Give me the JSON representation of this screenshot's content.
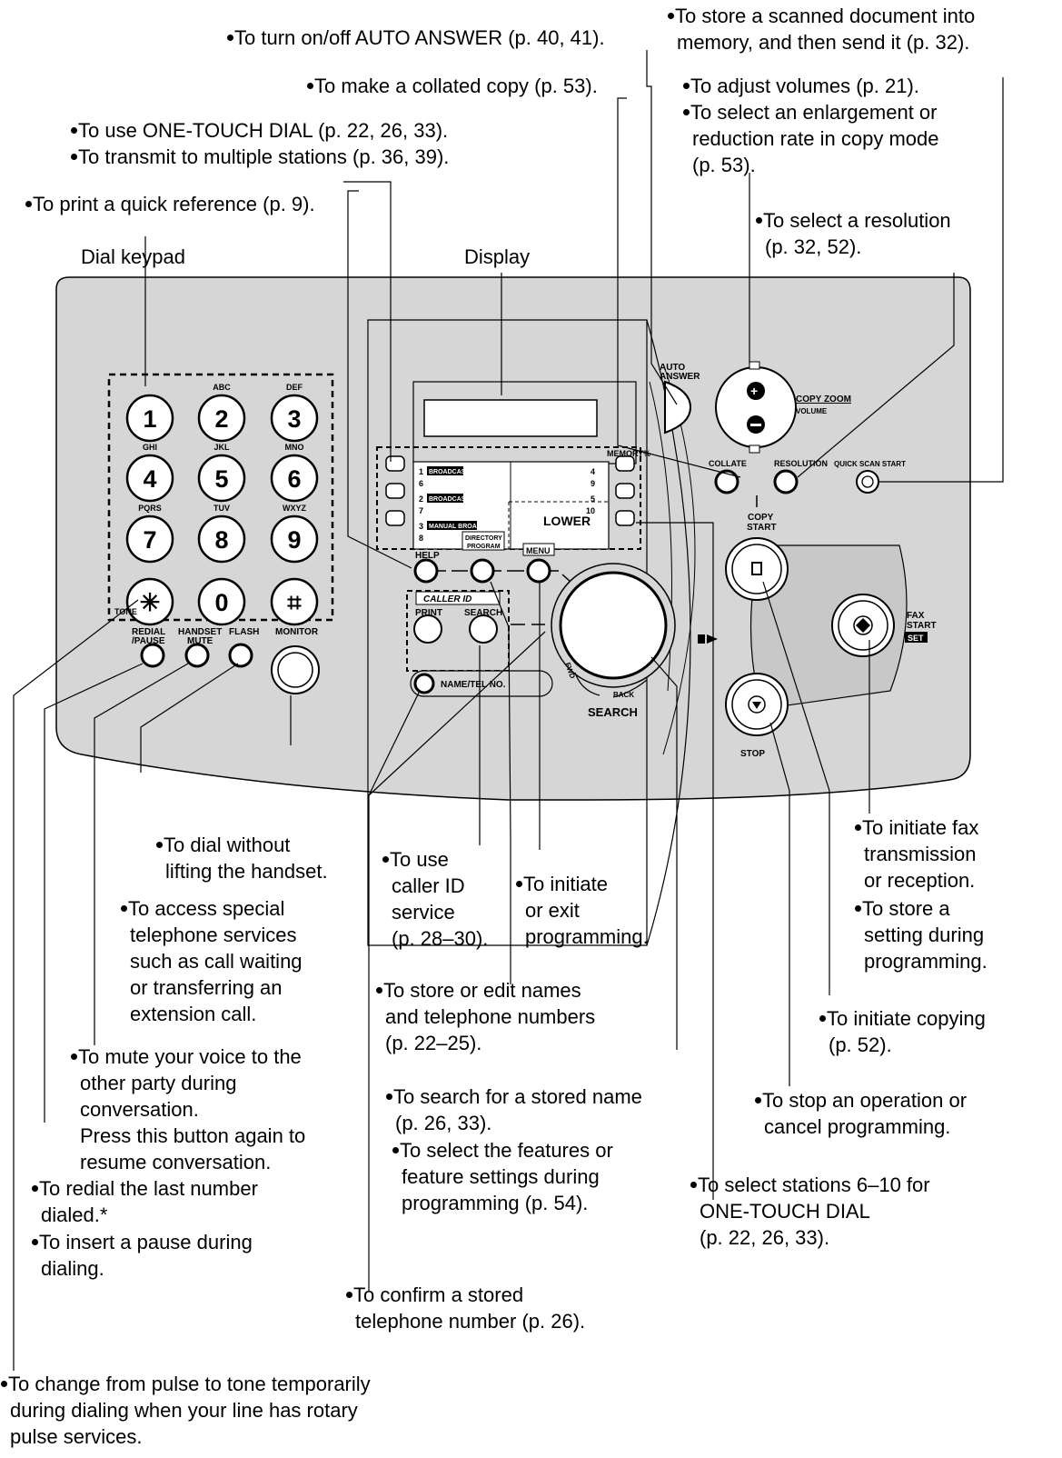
{
  "headers": {
    "dial_keypad": "Dial keypad",
    "display": "Display"
  },
  "annotations": {
    "auto_answer": [
      "To turn on/off AUTO ANSWER (p. 40, 41)."
    ],
    "quick_scan": [
      "To store a scanned document into",
      "memory, and then send it (p. 32)."
    ],
    "collate": [
      "To make a collated copy (p. 53)."
    ],
    "volume": [
      "To adjust volumes (p. 21)."
    ],
    "zoom": [
      "To select an enlargement or",
      "reduction rate in copy mode",
      "(p. 53)."
    ],
    "one_touch": [
      "To use ONE-TOUCH DIAL (p. 22, 26, 33)."
    ],
    "multi": [
      "To transmit to multiple stations (p. 36, 39)."
    ],
    "quick_ref": [
      "To print a quick reference (p. 9)."
    ],
    "resolution": [
      "To select a resolution",
      "(p. 32, 52)."
    ],
    "monitor": [
      "To dial without",
      "lifting the handset."
    ],
    "flash": [
      "To access special",
      "telephone services",
      "such as call waiting",
      "or transferring an",
      "extension call."
    ],
    "mute": [
      "To mute your voice to the",
      "other party during",
      "conversation.",
      "Press this button again to",
      "resume conversation."
    ],
    "redial": [
      "To redial the last number",
      "dialed.*"
    ],
    "pause": [
      "To insert a pause during",
      "dialing."
    ],
    "tone": [
      "To change from pulse to tone temporarily",
      "during dialing when your line has rotary",
      "pulse services."
    ],
    "caller_id": [
      "To use",
      "caller ID",
      "service",
      "(p. 28–30)."
    ],
    "menu": [
      "To initiate",
      "or exit",
      "programming."
    ],
    "directory": [
      "To store or edit names",
      "and telephone numbers",
      "(p. 22–25)."
    ],
    "search": [
      "To search for a stored name",
      "(p. 26, 33)."
    ],
    "features": [
      "To select the features or",
      "feature settings during",
      "programming (p. 54)."
    ],
    "confirm": [
      "To confirm a stored",
      "telephone number (p. 26)."
    ],
    "fax_start": [
      "To initiate fax",
      "transmission",
      "or reception."
    ],
    "set": [
      "To store a",
      "setting during",
      "programming."
    ],
    "copy": [
      "To initiate copying",
      "(p. 52)."
    ],
    "stop": [
      "To stop an operation or",
      "cancel programming."
    ],
    "lower": [
      "To select stations 6–10 for",
      "ONE-TOUCH DIAL",
      "(p. 22, 26, 33)."
    ]
  },
  "panel": {
    "keys": [
      {
        "num": "1",
        "letters": ""
      },
      {
        "num": "2",
        "letters": "ABC"
      },
      {
        "num": "3",
        "letters": "DEF"
      },
      {
        "num": "4",
        "letters": "GHI"
      },
      {
        "num": "5",
        "letters": "JKL"
      },
      {
        "num": "6",
        "letters": "MNO"
      },
      {
        "num": "7",
        "letters": "PQRS"
      },
      {
        "num": "8",
        "letters": "TUV"
      },
      {
        "num": "9",
        "letters": "WXYZ"
      },
      {
        "num": "✳",
        "letters": ""
      },
      {
        "num": "0",
        "letters": ""
      },
      {
        "num": "⌗",
        "letters": ""
      }
    ],
    "tone": "TONE",
    "redial": [
      "REDIAL",
      "/PAUSE"
    ],
    "handset_mute": [
      "HANDSET",
      "MUTE"
    ],
    "flash": "FLASH",
    "monitor": "MONITOR",
    "auto_answer": [
      "AUTO",
      "ANSWER"
    ],
    "copy_zoom": "COPY ZOOM",
    "volume": "VOLUME",
    "memory": "MEMORY%",
    "collate": "COLLATE",
    "resolution": "RESOLUTION",
    "quick_scan_start": "QUICK SCAN START",
    "copy_start": [
      "COPY",
      "START"
    ],
    "fax_start": [
      "FAX",
      "START",
      "SET"
    ],
    "stop": "STOP",
    "help": "HELP",
    "directory_program": [
      "DIRECTORY",
      "PROGRAM"
    ],
    "menu": "MENU",
    "caller_id": "CALLER ID",
    "print": "PRINT",
    "search_btn": "SEARCH",
    "name_tel": "NAME/TEL NO.",
    "search_dial": "SEARCH",
    "fwd": "FWD",
    "back": "BACK",
    "lower": "LOWER",
    "stations": [
      {
        "l1": "1",
        "tag": "BROADCAST",
        "l2": "6",
        "r1": "4",
        "r2": "9"
      },
      {
        "l1": "2",
        "tag": "BROADCAST",
        "l2": "7",
        "r1": "5",
        "r2": "10"
      },
      {
        "l1": "3",
        "tag": "MANUAL BROAD",
        "l2": "8",
        "r1": "",
        "r2": ""
      }
    ]
  },
  "colors": {
    "panel": "#d6d6d6",
    "outline": "#000000",
    "button": "#ffffff"
  }
}
